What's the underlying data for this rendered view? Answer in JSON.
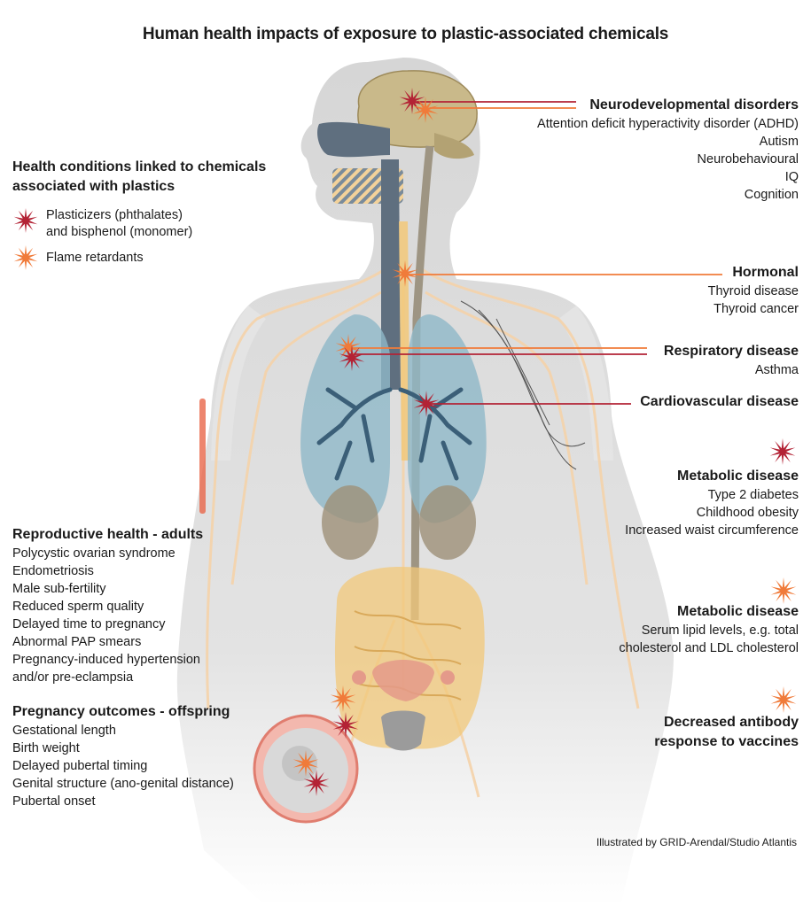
{
  "title": "Human health impacts of exposure to plastic-associated chemicals",
  "colors": {
    "plasticizer_star": "#b32335",
    "flame_star": "#f07b3a",
    "body": "#d9d9d9",
    "lungs": "#8fb8c8",
    "gut": "#f2c879",
    "brain": "#c9b98a",
    "nerves": "#f5d3aa"
  },
  "legend": {
    "title_line1": "Health conditions linked to chemicals",
    "title_line2": "associated with plastics",
    "plasticizers_line1": "Plasticizers (phthalates)",
    "plasticizers_line2": "and bisphenol (monomer)",
    "flame": "Flame retardants"
  },
  "neuro": {
    "title": "Neurodevelopmental disorders",
    "items": [
      "Attention deficit hyperactivity disorder (ADHD)",
      "Autism",
      "Neurobehavioural",
      "IQ",
      "Cognition"
    ]
  },
  "hormonal": {
    "title": "Hormonal",
    "items": [
      "Thyroid disease",
      "Thyroid cancer"
    ]
  },
  "respiratory": {
    "title": "Respiratory disease",
    "items": [
      "Asthma"
    ]
  },
  "cardio": {
    "title": "Cardiovascular disease"
  },
  "metabolic1": {
    "title": "Metabolic disease",
    "items": [
      "Type 2 diabetes",
      "Childhood obesity",
      "Increased waist circumference"
    ]
  },
  "metabolic2": {
    "title": "Metabolic disease",
    "items": [
      "Serum lipid levels, e.g. total",
      "cholesterol and LDL cholesterol"
    ]
  },
  "antibody": {
    "title_line1": "Decreased antibody",
    "title_line2": "response to vaccines"
  },
  "repro": {
    "title": "Reproductive health - adults",
    "items": [
      "Polycystic ovarian syndrome",
      "Endometriosis",
      "Male sub-fertility",
      "Reduced sperm quality",
      "Delayed time to pregnancy",
      "Abnormal PAP smears",
      "Pregnancy-induced hypertension",
      "and/or pre-eclampsia"
    ]
  },
  "pregnancy": {
    "title": "Pregnancy outcomes - offspring",
    "items": [
      "Gestational length",
      "Birth weight",
      "Delayed pubertal timing",
      "Genital structure (ano-genital distance)",
      "Pubertal onset"
    ]
  },
  "credit": "Illustrated by GRID-Arendal/Studio Atlantis"
}
